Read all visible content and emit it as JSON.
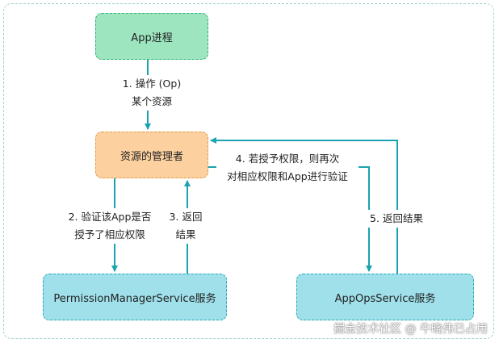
{
  "nodes": {
    "app": "App进程",
    "resource_manager": "资源的管理者",
    "permission_service": "PermissionManagerService服务",
    "appops_service": "AppOpsService服务"
  },
  "edges": {
    "e1_line1": "1. 操作 (Op)",
    "e1_line2": "某个资源",
    "e2_line1": "2. 验证该App是否",
    "e2_line2": "授予了相应权限",
    "e3_line1": "3. 返回",
    "e3_line2": "结果",
    "e4_line1": "4. 若授予权限，则再次",
    "e4_line2": "对相应权限和App进行验证",
    "e5": "5. 返回结果"
  },
  "watermark": "掘金技术社区 @ 牛晓伟已占用",
  "colors": {
    "arrow": "#1aa3b0",
    "app_fill": "#9de5bf",
    "manager_fill": "#fcd09f",
    "service_fill": "#9fe0ea"
  }
}
